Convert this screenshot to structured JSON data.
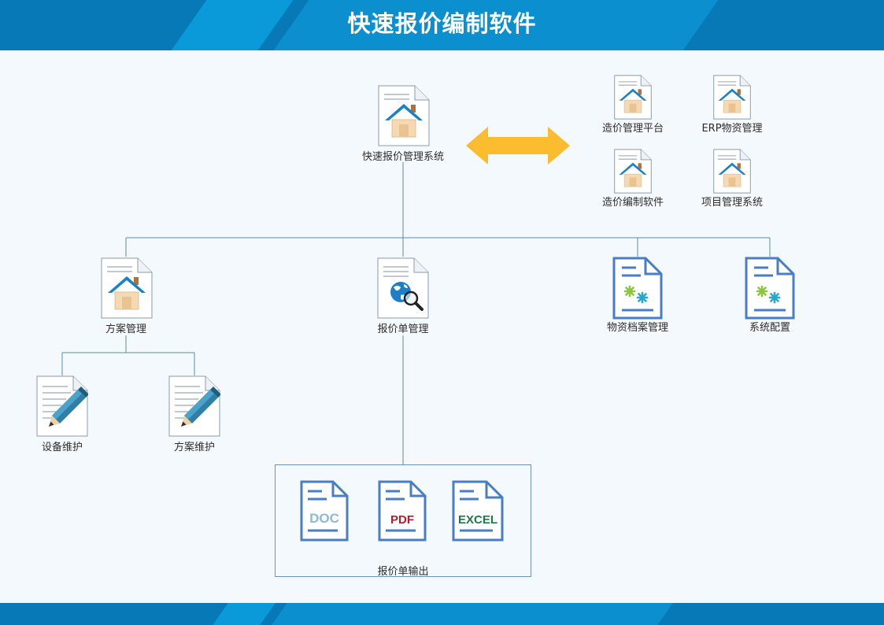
{
  "header": {
    "title": "快速报价编制软件"
  },
  "colors": {
    "header_bg": "#0779b7",
    "stripe": "#0a9ad9",
    "connector": "#5b88b3",
    "arrow": "#fbbd2f",
    "doc_blue": "#4a7ec4",
    "house_roof": "#1a82c4"
  },
  "nodes": {
    "main": "快速报价管理系统",
    "ext_1": "造价管理平台",
    "ext_2": "ERP物资管理",
    "ext_3": "造价编制软件",
    "ext_4": "项目管理系统",
    "scheme_mgmt": "方案管理",
    "quote_mgmt": "报价单管理",
    "material_archive": "物资档案管理",
    "system_config": "系统配置",
    "device_maint": "设备维护",
    "scheme_maint": "方案维护",
    "quote_output": "报价单输出"
  },
  "formats": {
    "doc": "DOC",
    "pdf": "PDF",
    "excel": "EXCEL"
  },
  "icons": {
    "house_doc": "house-document-icon",
    "search_doc": "globe-search-document-icon",
    "pencil_doc": "pencil-document-icon",
    "gear_doc": "asterisk-document-icon",
    "arrow": "double-arrow-icon"
  }
}
